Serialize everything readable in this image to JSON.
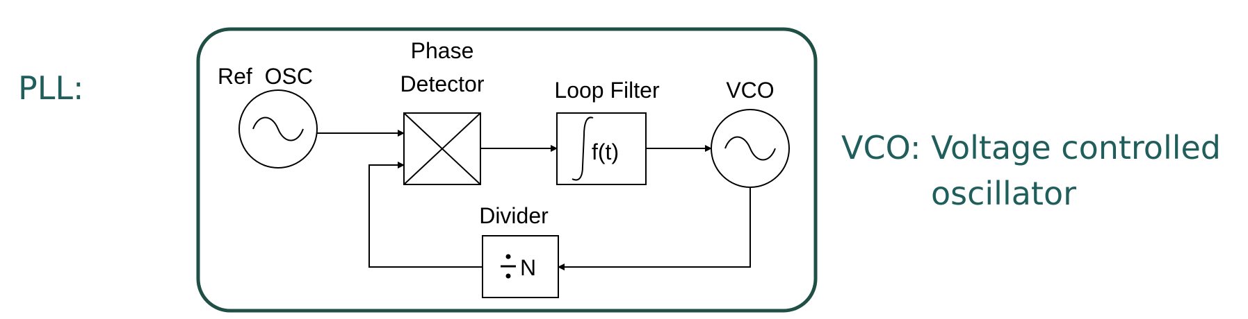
{
  "slide": {
    "heading": "PLL:",
    "definition_line1": "VCO: Voltage controlled",
    "definition_line2": "oscillator",
    "text_color": "#1f5e5b"
  },
  "diagram": {
    "frame_color": "#1f4f45",
    "blocks": {
      "ref_osc": {
        "label": "Ref  OSC",
        "icon": "sine-wave-icon"
      },
      "phase_detector": {
        "label_line1": "Phase",
        "label_line2": "Detector",
        "icon": "cross-icon"
      },
      "loop_filter": {
        "label": "Loop Filter",
        "symbol": "f(t)",
        "icon": "integral-icon"
      },
      "vco": {
        "label": "VCO",
        "icon": "sine-wave-icon"
      },
      "divider": {
        "label": "Divider",
        "symbol": "N",
        "icon": "division-icon"
      }
    }
  }
}
